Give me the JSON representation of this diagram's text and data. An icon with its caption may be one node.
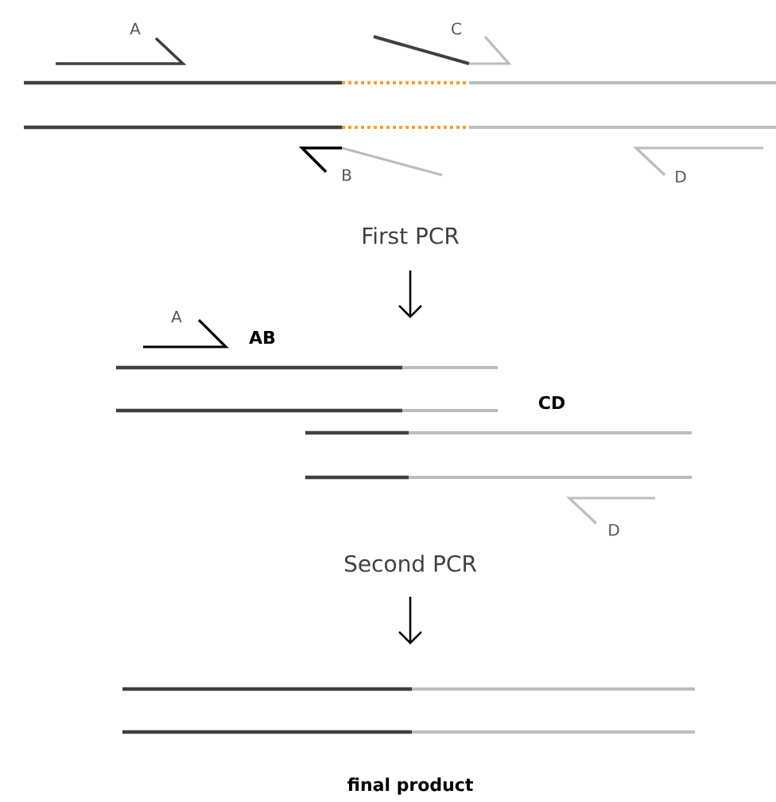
{
  "diagram": {
    "labels": [
      "A",
      "C",
      "B",
      "D",
      "First PCR",
      "A",
      "AB",
      "CD",
      "D",
      "Second PCR",
      "final product"
    ]
  }
}
